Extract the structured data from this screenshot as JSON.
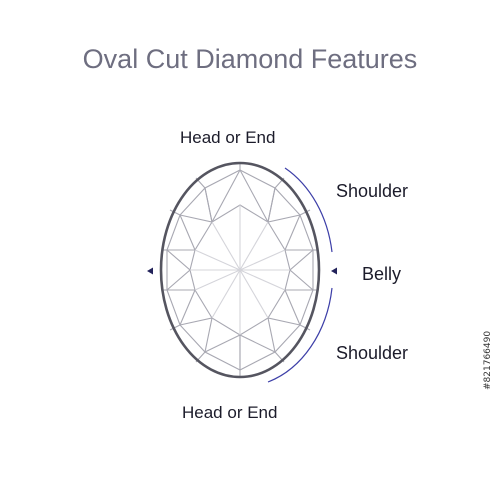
{
  "title": "Oval Cut Diamond Features",
  "labels": {
    "head_top": "Head or End",
    "shoulder_top": "Shoulder",
    "belly": "Belly",
    "shoulder_bottom": "Shoulder",
    "head_bottom": "Head or End"
  },
  "watermark_id": "#821766490",
  "colors": {
    "outline": "#555560",
    "facets": "#a8a8b2",
    "bracket": "#3d3fa8",
    "arrow": "#22225a",
    "title": "#6e6e80"
  }
}
